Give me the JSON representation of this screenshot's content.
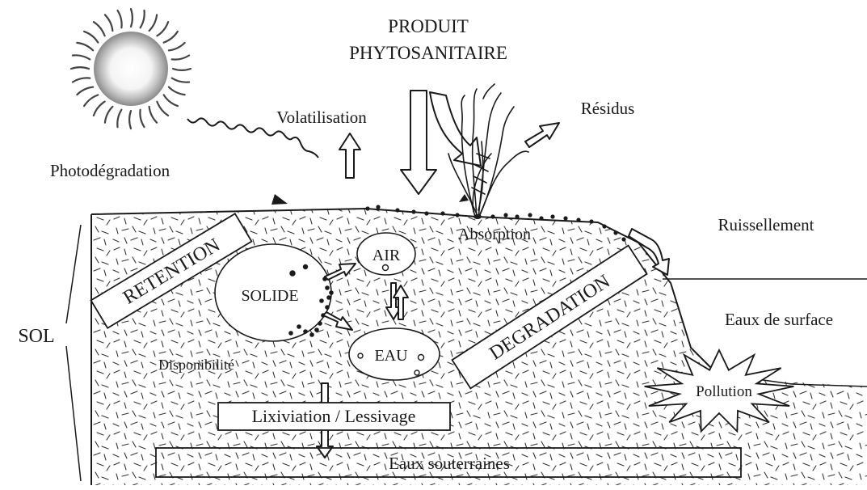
{
  "labels": {
    "product_line1": "PRODUIT",
    "product_line2": "PHYTOSANITAIRE",
    "volatilisation": "Volatilisation",
    "residus": "Résidus",
    "photodegradation": "Photodégradation",
    "ruissellement": "Ruissellement",
    "absorption": "Absorption",
    "retention": "RETENTION",
    "air": "AIR",
    "solide": "SOLIDE",
    "eau": "EAU",
    "degradation": "DEGRADATION",
    "eaux_de_surface": "Eaux de surface",
    "sol": "SOL",
    "disponibilite": "Disponibilité",
    "pollution": "Pollution",
    "lixiviation": "Lixiviation / Lessivage",
    "eaux_souterraines": "Eaux souterraines"
  },
  "icons": {
    "sun": "sun-icon",
    "plant": "plant-icon",
    "pollution_burst": "explosion-burst-icon"
  },
  "colors": {
    "ink": "#1a1a1a",
    "background": "#ffffff",
    "sun_glow": "#9a9a9a"
  }
}
